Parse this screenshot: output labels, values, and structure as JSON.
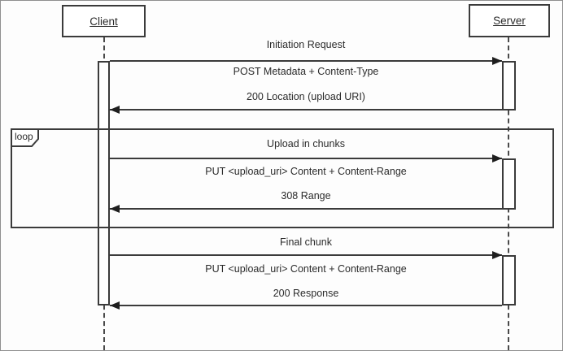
{
  "participants": {
    "client": {
      "label": "Client"
    },
    "server": {
      "label": "Server"
    }
  },
  "fragment": {
    "operator": "loop"
  },
  "exchanges": {
    "initiation": {
      "title": "Initiation Request",
      "request": "POST Metadata + Content-Type",
      "response": "200 Location (upload URI)"
    },
    "loop_upload": {
      "title": "Upload in chunks",
      "request": "PUT <upload_uri> Content + Content-Range",
      "response": "308 Range"
    },
    "final": {
      "title": "Final chunk",
      "request": "PUT <upload_uri> Content + Content-Range",
      "response": "200 Response"
    }
  },
  "colors": {
    "line": "#3b3b3b",
    "text": "#2b2b2b",
    "background": "#ffffff",
    "page_border": "#8f8f8f"
  }
}
